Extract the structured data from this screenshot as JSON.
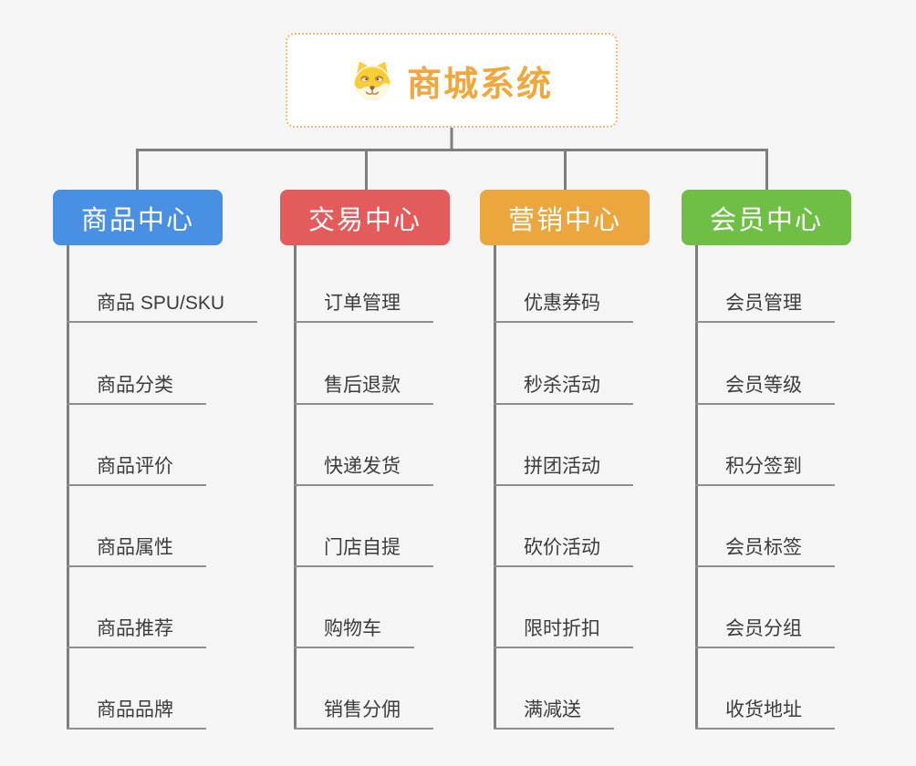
{
  "root": {
    "title": "商城系统",
    "icon": "dog-face-icon"
  },
  "colors": {
    "background": "#F5F5F5",
    "connector": "#7E7E7E",
    "root_text": "#F0A73B",
    "root_border": "#F0BD6D",
    "branch_text": "#FFFFFF",
    "leaf_text": "#3C3C3C",
    "leaf_underline": "#8F8F8F"
  },
  "branches": [
    {
      "label": "商品中心",
      "color": "#4A90E2",
      "children": [
        "商品 SPU/SKU",
        "商品分类",
        "商品评价",
        "商品属性",
        "商品推荐",
        "商品品牌"
      ]
    },
    {
      "label": "交易中心",
      "color": "#E45B5B",
      "children": [
        "订单管理",
        "售后退款",
        "快递发货",
        "门店自提",
        "购物车",
        "销售分佣"
      ]
    },
    {
      "label": "营销中心",
      "color": "#EBA73E",
      "children": [
        "优惠券码",
        "秒杀活动",
        "拼团活动",
        "砍价活动",
        "限时折扣",
        "满减送"
      ]
    },
    {
      "label": "会员中心",
      "color": "#6FBE45",
      "children": [
        "会员管理",
        "会员等级",
        "积分签到",
        "会员标签",
        "会员分组",
        "收货地址"
      ]
    }
  ]
}
